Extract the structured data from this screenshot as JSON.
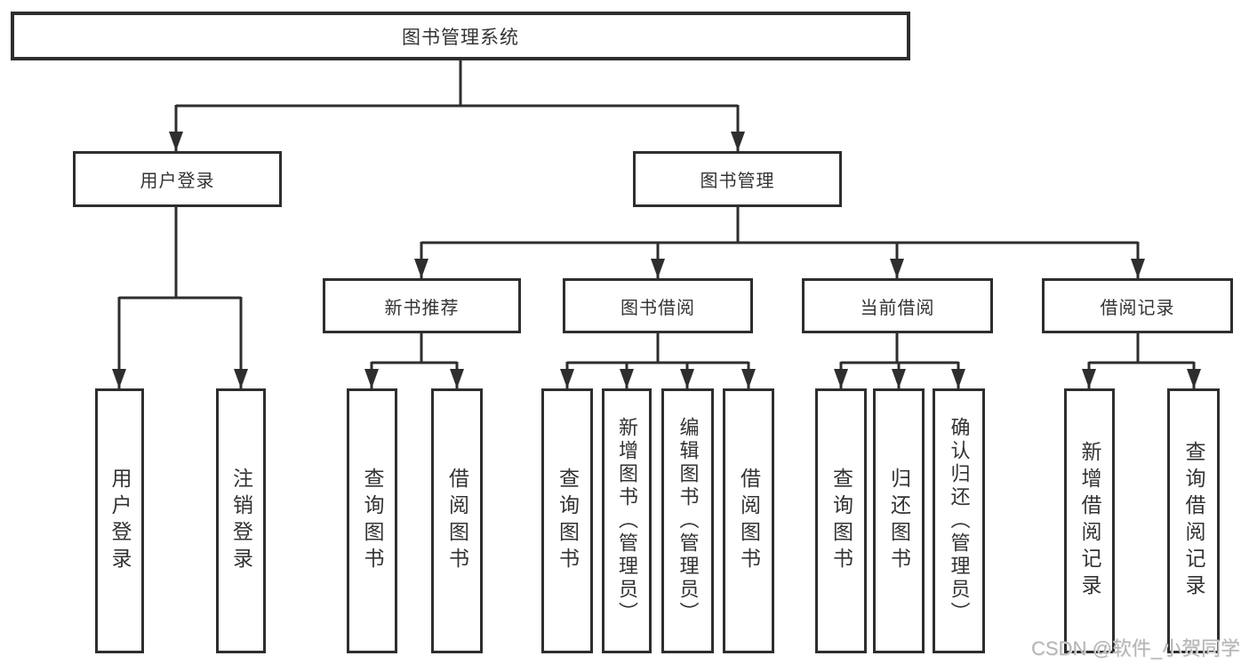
{
  "tree": {
    "root": {
      "label": "图书管理系统"
    },
    "branches": [
      {
        "label": "用户登录",
        "children": [
          {
            "label": "用户登录"
          },
          {
            "label": "注销登录"
          }
        ]
      },
      {
        "label": "图书管理",
        "children": [
          {
            "label": "新书推荐",
            "children": [
              {
                "label": "查询图书"
              },
              {
                "label": "借阅图书"
              }
            ]
          },
          {
            "label": "图书借阅",
            "children": [
              {
                "label": "查询图书"
              },
              {
                "label": "新增图书（管理员）"
              },
              {
                "label": "编辑图书（管理员）"
              },
              {
                "label": "借阅图书"
              }
            ]
          },
          {
            "label": "当前借阅",
            "children": [
              {
                "label": "查询图书"
              },
              {
                "label": "归还图书"
              },
              {
                "label": "确认归还（管理员）"
              }
            ]
          },
          {
            "label": "借阅记录",
            "children": [
              {
                "label": "新增借阅记录"
              },
              {
                "label": "查询借阅记录"
              }
            ]
          }
        ]
      }
    ]
  },
  "watermark": {
    "text": "CSDN @软件_小贺同学"
  },
  "colors": {
    "line": "#2e2e2e",
    "box_border": "#2e2e2e",
    "text": "#333333",
    "watermark": "#b5b5b5",
    "background": "#ffffff"
  }
}
